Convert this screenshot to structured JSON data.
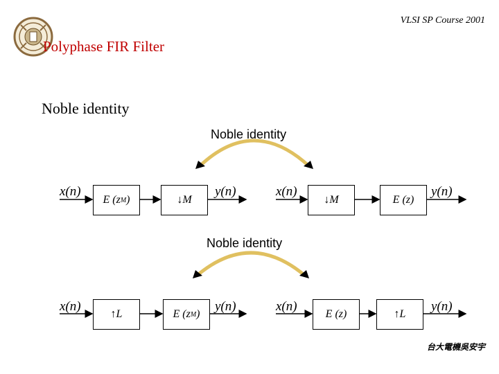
{
  "header": {
    "course": "VLSI SP Course 2001"
  },
  "title": "Polyphase FIR Filter",
  "subtitle": "Noble identity",
  "identity1": {
    "label": "Noble identity",
    "left": {
      "input": "x(n)",
      "block1": "E (z^M)",
      "block2": "↓M",
      "output": "y(n)"
    },
    "right": {
      "input": "x(n)",
      "block1": "↓M",
      "block2": "E (z)",
      "output": "y(n)"
    }
  },
  "identity2": {
    "label": "Noble identity",
    "left": {
      "input": "x(n)",
      "block1": "↑L",
      "block2": "E (z^M)",
      "output": "y(n)"
    },
    "right": {
      "input": "x(n)",
      "block1": "E (z)",
      "block2": "↑L",
      "output": "y(n)"
    }
  },
  "footer": "台大電機吳安宇",
  "colors": {
    "title": "#c00000",
    "seal": "#8b6a3e"
  }
}
